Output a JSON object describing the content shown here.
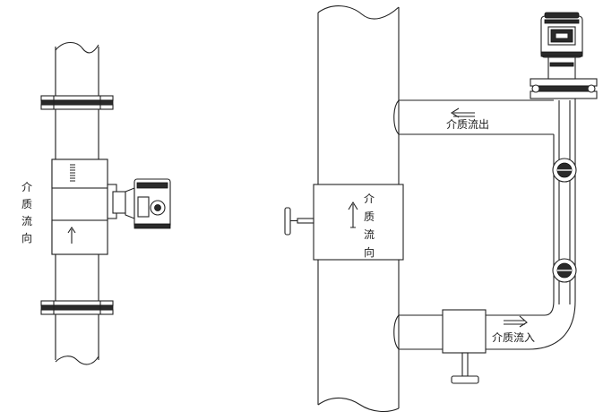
{
  "left_diagram": {
    "flow_label_vertical": [
      "介",
      "质",
      "流",
      "向"
    ]
  },
  "right_diagram": {
    "main_pipe_label_vertical": [
      "介",
      "质",
      "流",
      "向"
    ],
    "outlet_label": "介质流出",
    "inlet_label": "介质流入"
  }
}
